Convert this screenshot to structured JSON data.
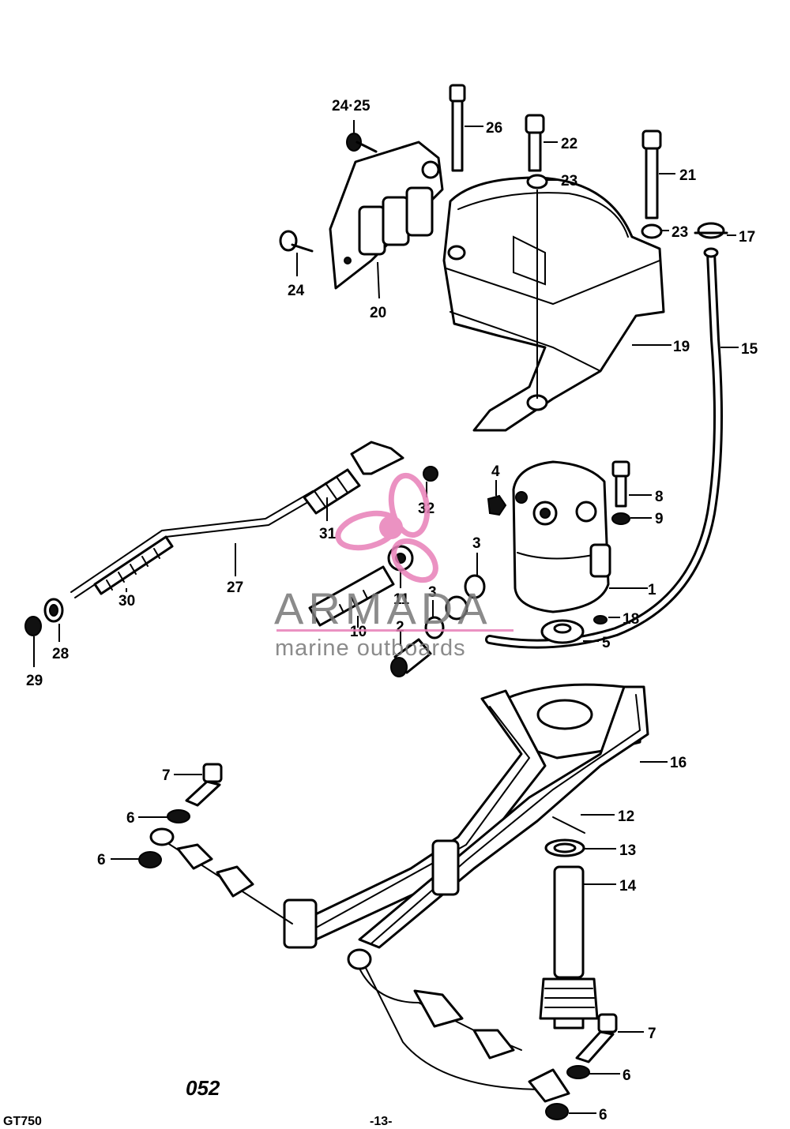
{
  "diagram": {
    "figure_number": "052",
    "model_code": "GT750",
    "page_number": "-13-"
  },
  "callouts": {
    "p1": "1",
    "p2": "2",
    "p3a": "3",
    "p3b": "3",
    "p4": "4",
    "p5": "5",
    "p6a": "6",
    "p6b": "6",
    "p6c": "6",
    "p6d": "6",
    "p7a": "7",
    "p7b": "7",
    "p8": "8",
    "p9": "9",
    "p10": "10",
    "p11": "11",
    "p12": "12",
    "p13": "13",
    "p14": "14",
    "p15": "15",
    "p16": "16",
    "p17": "17",
    "p18": "18",
    "p19": "19",
    "p20": "20",
    "p21": "21",
    "p22": "22",
    "p23a": "23",
    "p23b": "23",
    "p24": "24",
    "p24_25": "24·25",
    "p26": "26",
    "p27": "27",
    "p28": "28",
    "p29": "29",
    "p30": "30",
    "p31": "31",
    "p32": "32"
  },
  "watermark": {
    "brand": "ARMADA",
    "tagline": "marine outboards",
    "accent_color": "#e87fb8",
    "logo": "propeller-logo"
  }
}
